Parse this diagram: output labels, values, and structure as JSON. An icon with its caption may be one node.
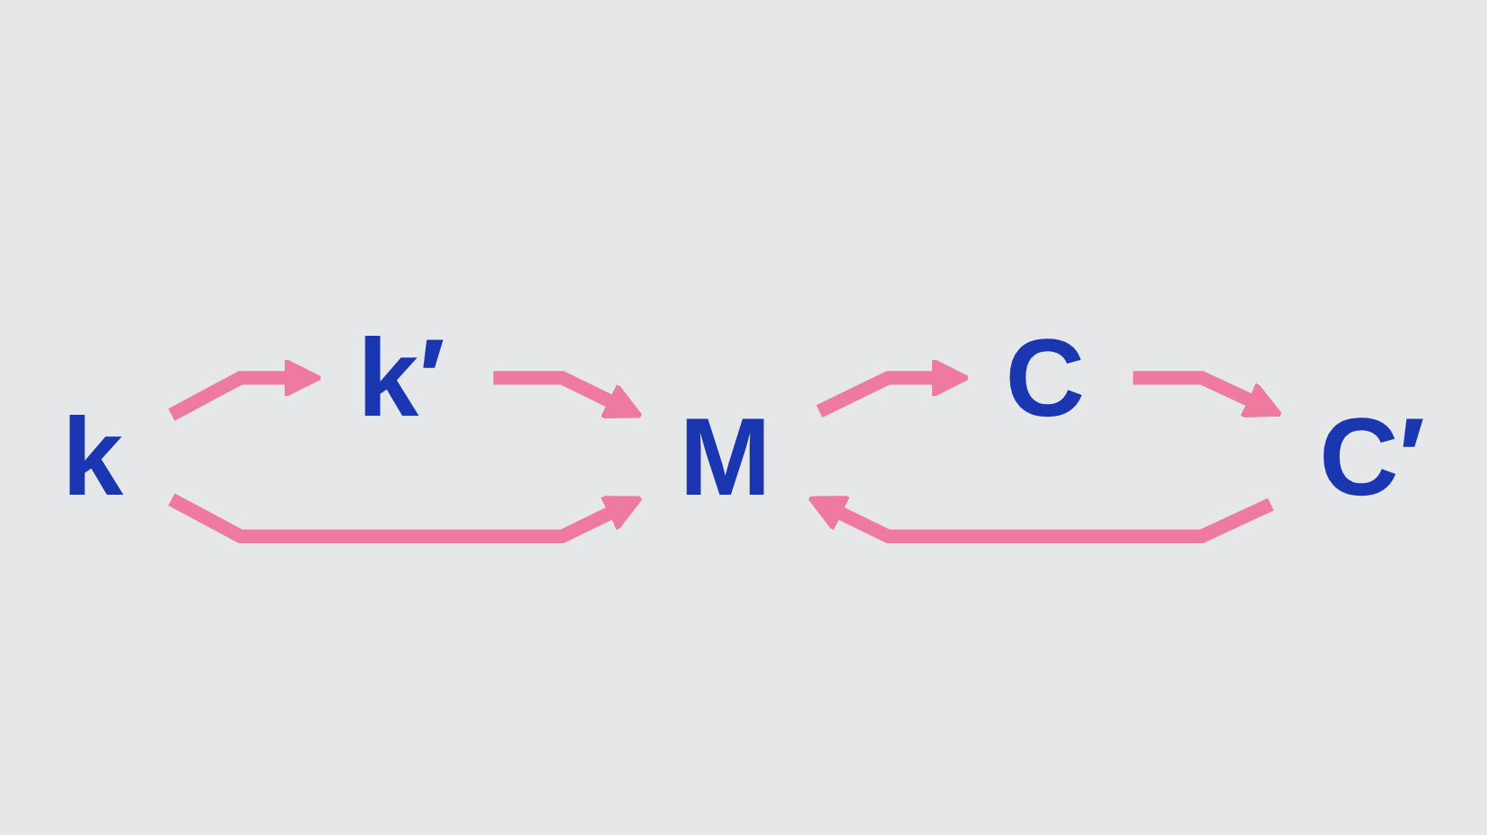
{
  "diagram": {
    "nodes": [
      {
        "text": [
          "k′"
        ]
      },
      {
        "text": [
          "k"
        ]
      },
      {
        "text": [
          "M"
        ]
      },
      {
        "text": [
          "C"
        ]
      },
      {
        "text": [
          "C′"
        ]
      }
    ],
    "edges": [
      {
        "from": 1,
        "to": 0,
        "arrow": "to"
      },
      {
        "from": 0,
        "to": 2,
        "arrow": "to"
      },
      {
        "from": 1,
        "to": 2,
        "arrow": "to"
      },
      {
        "from": 2,
        "to": 3,
        "arrow": "to"
      },
      {
        "from": 3,
        "to": 4,
        "arrow": "to"
      },
      {
        "from": 4,
        "to": 2,
        "arrow": "to"
      }
    ]
  }
}
